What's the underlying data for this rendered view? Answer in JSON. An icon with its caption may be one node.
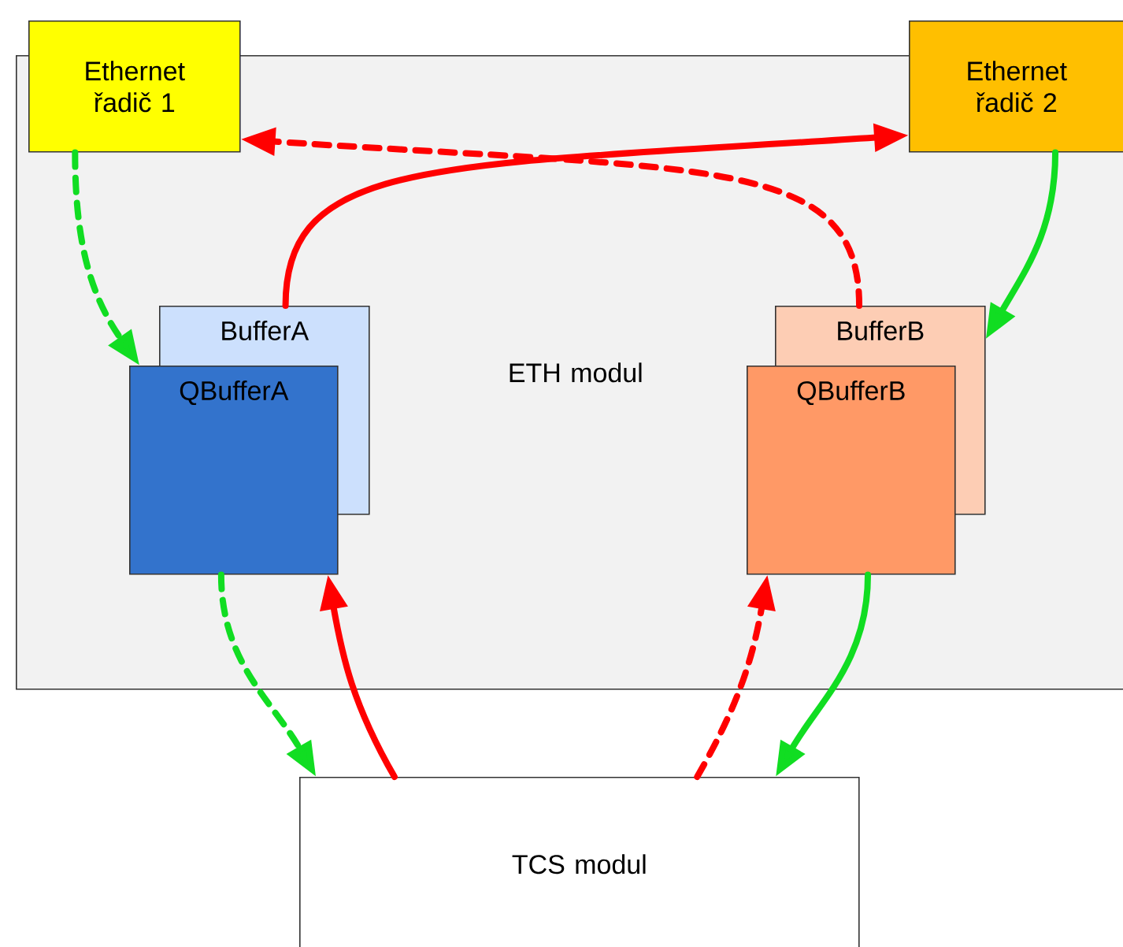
{
  "diagram": {
    "nodes": [
      {
        "text": [
          "ETH modul"
        ]
      },
      {
        "text": [
          "Ethernet řadič 1"
        ]
      },
      {
        "text": [
          "Ethernet řadič 2"
        ]
      },
      {
        "text": [
          "BufferA"
        ],
        "in": 0
      },
      {
        "text": [
          "QBufferA"
        ],
        "in": 0
      },
      {
        "text": [
          "BufferB"
        ],
        "in": 0
      },
      {
        "text": [
          "QBufferB"
        ],
        "in": 0
      },
      {
        "text": [
          "TCS modul"
        ]
      }
    ],
    "edges": [
      {
        "from": 1,
        "to": 4,
        "arrow": "to",
        "style": "dashed",
        "color": "#11dd22"
      },
      {
        "from": 3,
        "to": 2,
        "arrow": "to",
        "color": "#ff0000"
      },
      {
        "from": 5,
        "to": 1,
        "arrow": "to",
        "style": "dashed",
        "color": "#ff0000"
      },
      {
        "from": 2,
        "to": 5,
        "arrow": "to",
        "color": "#11dd22"
      },
      {
        "from": 4,
        "to": 7,
        "arrow": "to",
        "style": "dashed",
        "color": "#11dd22"
      },
      {
        "from": 7,
        "to": 4,
        "arrow": "to",
        "color": "#ff0000"
      },
      {
        "from": 7,
        "to": 6,
        "arrow": "to",
        "style": "dashed",
        "color": "#ff0000"
      },
      {
        "from": 6,
        "to": 7,
        "arrow": "to",
        "color": "#11dd22"
      }
    ]
  }
}
